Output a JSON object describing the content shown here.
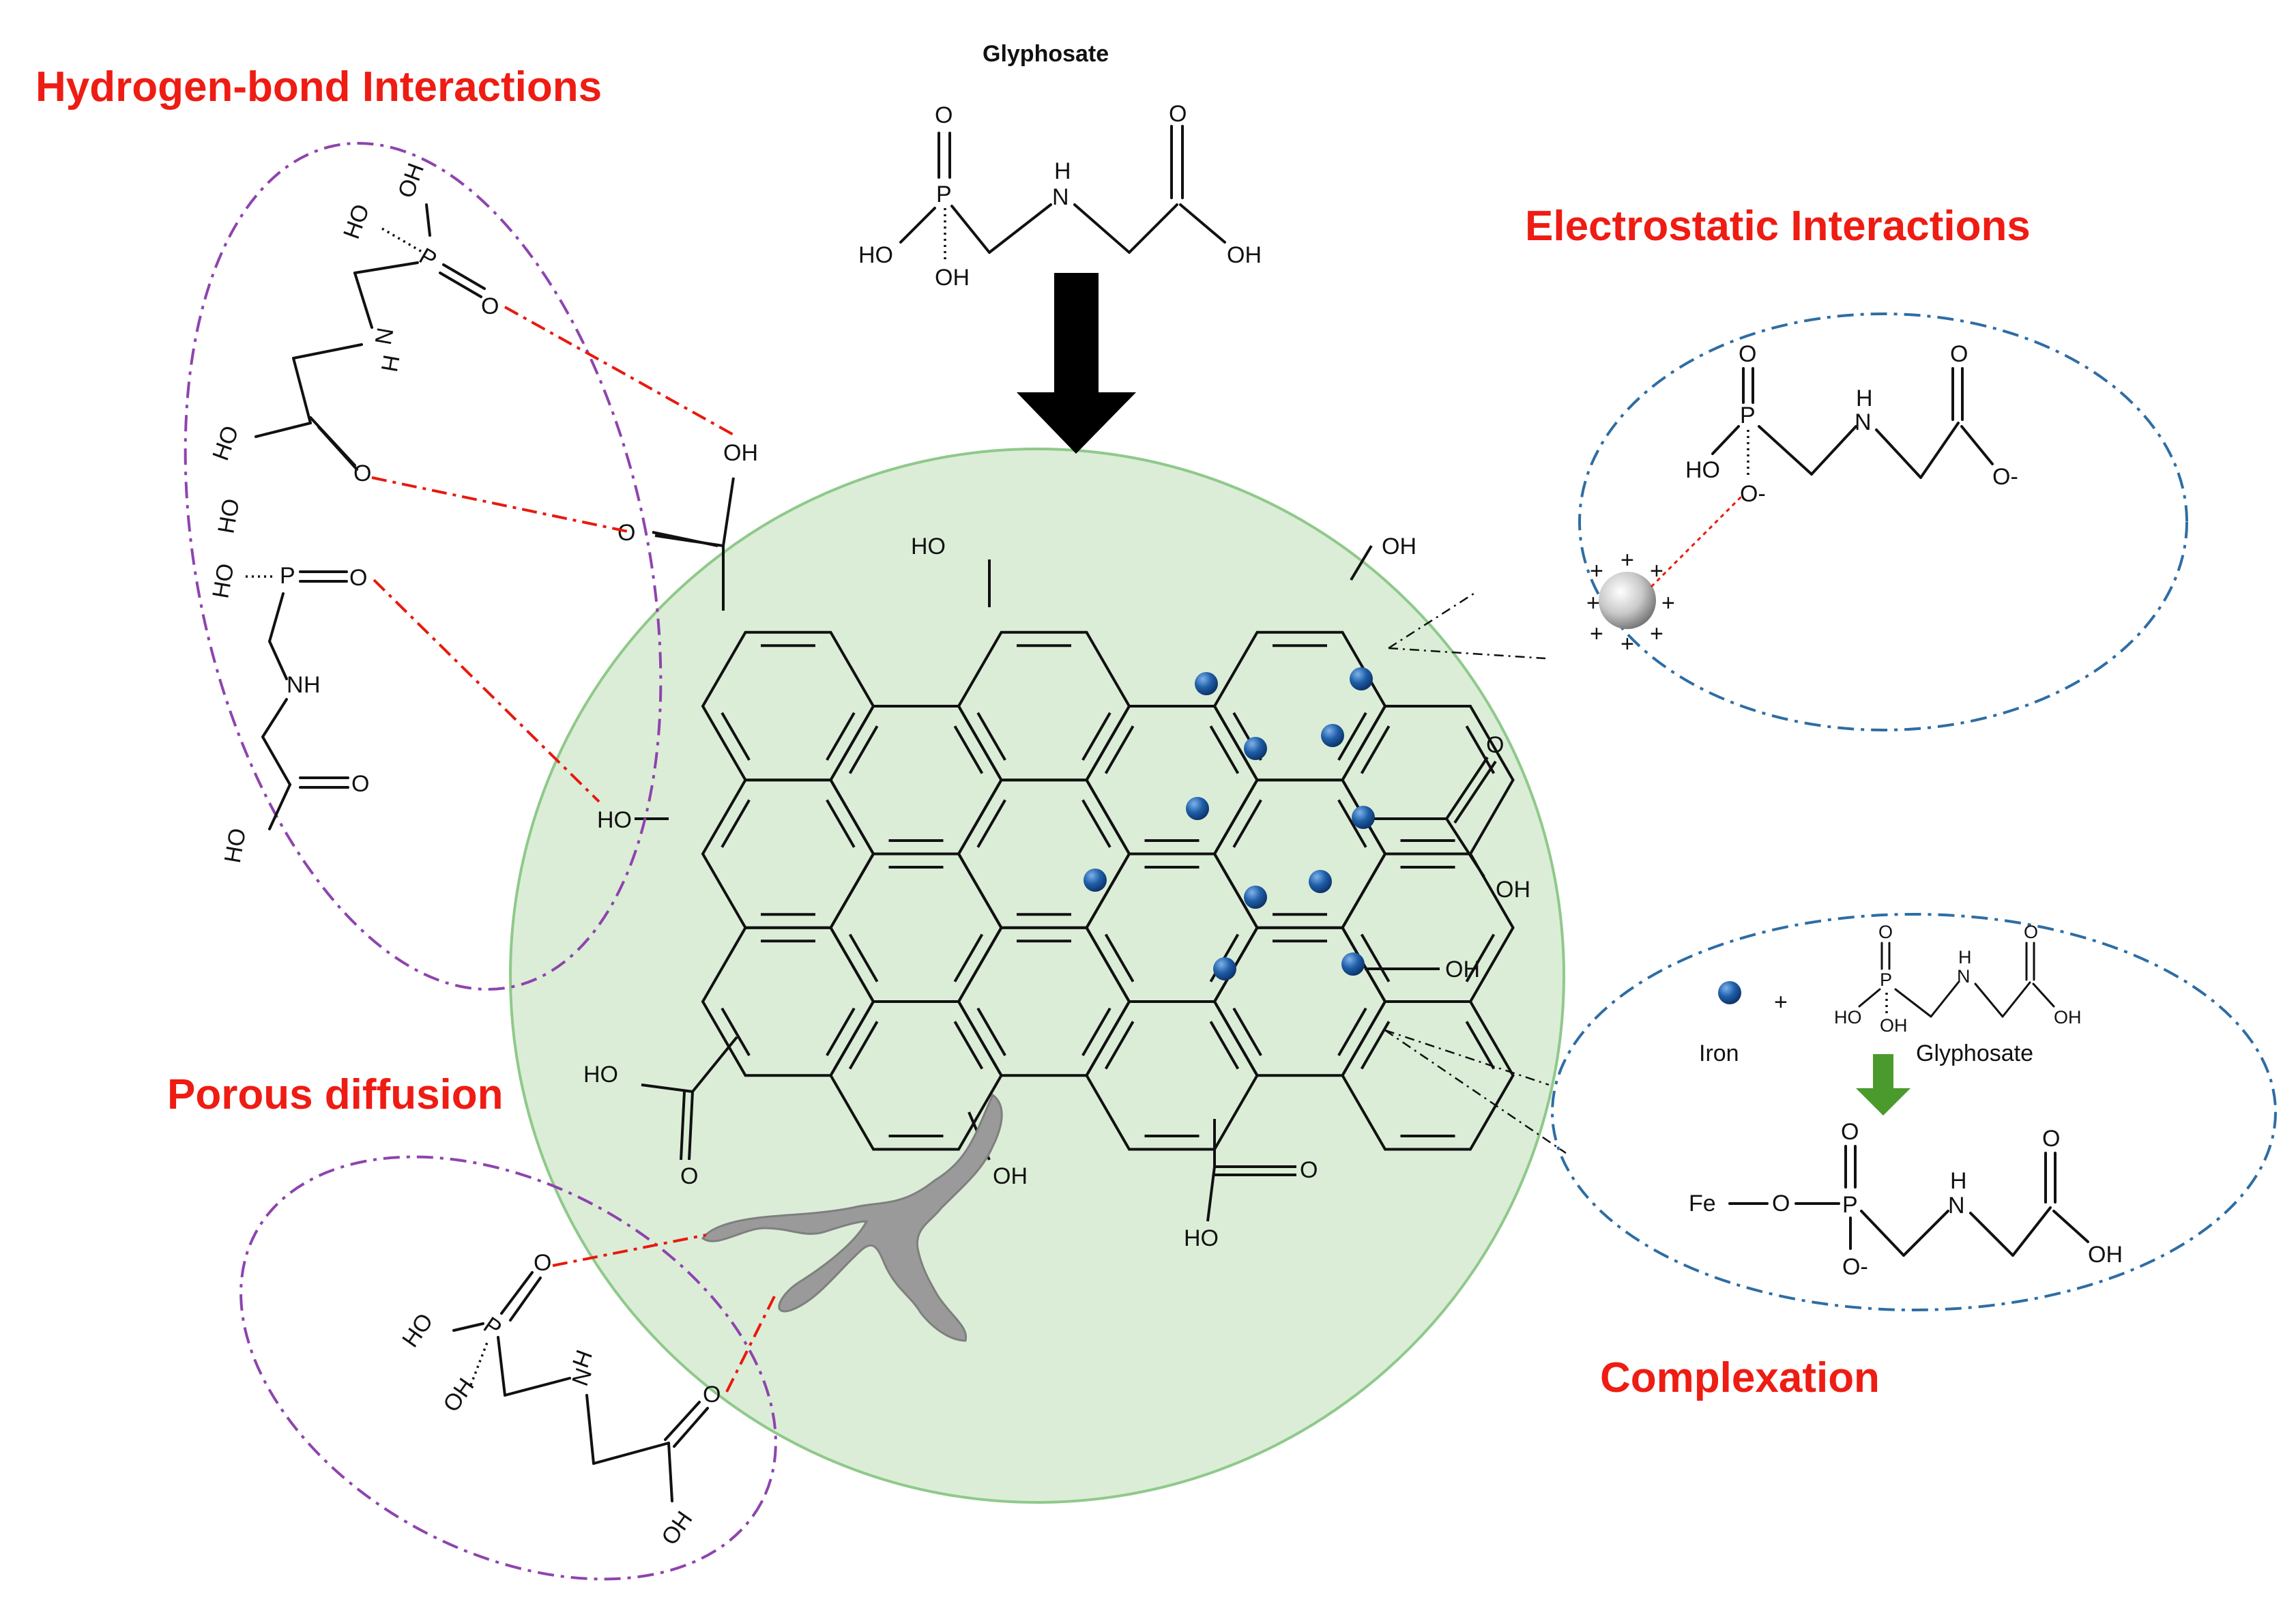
{
  "headings": {
    "hydrogen_bond": "Hydrogen-bond Interactions",
    "electrostatic": "Electrostatic Interactions",
    "porous": "Porous diffusion",
    "complexation": "Complexation"
  },
  "glyphosate_title": "Glyphosate",
  "atoms": {
    "O": "O",
    "OH": "OH",
    "HO": "HO",
    "P": "P",
    "N": "N",
    "H": "H",
    "O_minus": "O-",
    "Fe": "Fe"
  },
  "complexation_box": {
    "plus": "+",
    "iron_label": "Iron",
    "glyphosate_label": "Glyphosate"
  },
  "electrostatic_box": {
    "charge": "+"
  },
  "colors": {
    "heading_red": "#ee1c13",
    "purple_ellipse": "#8e44ad",
    "blue_ellipse": "#2e6da4",
    "sphere_fill": "#c7e3c1",
    "iron_blue": "#1f5fa8",
    "arrow_green": "#4a9a2e",
    "pore_gray": "#9a9a9a"
  }
}
